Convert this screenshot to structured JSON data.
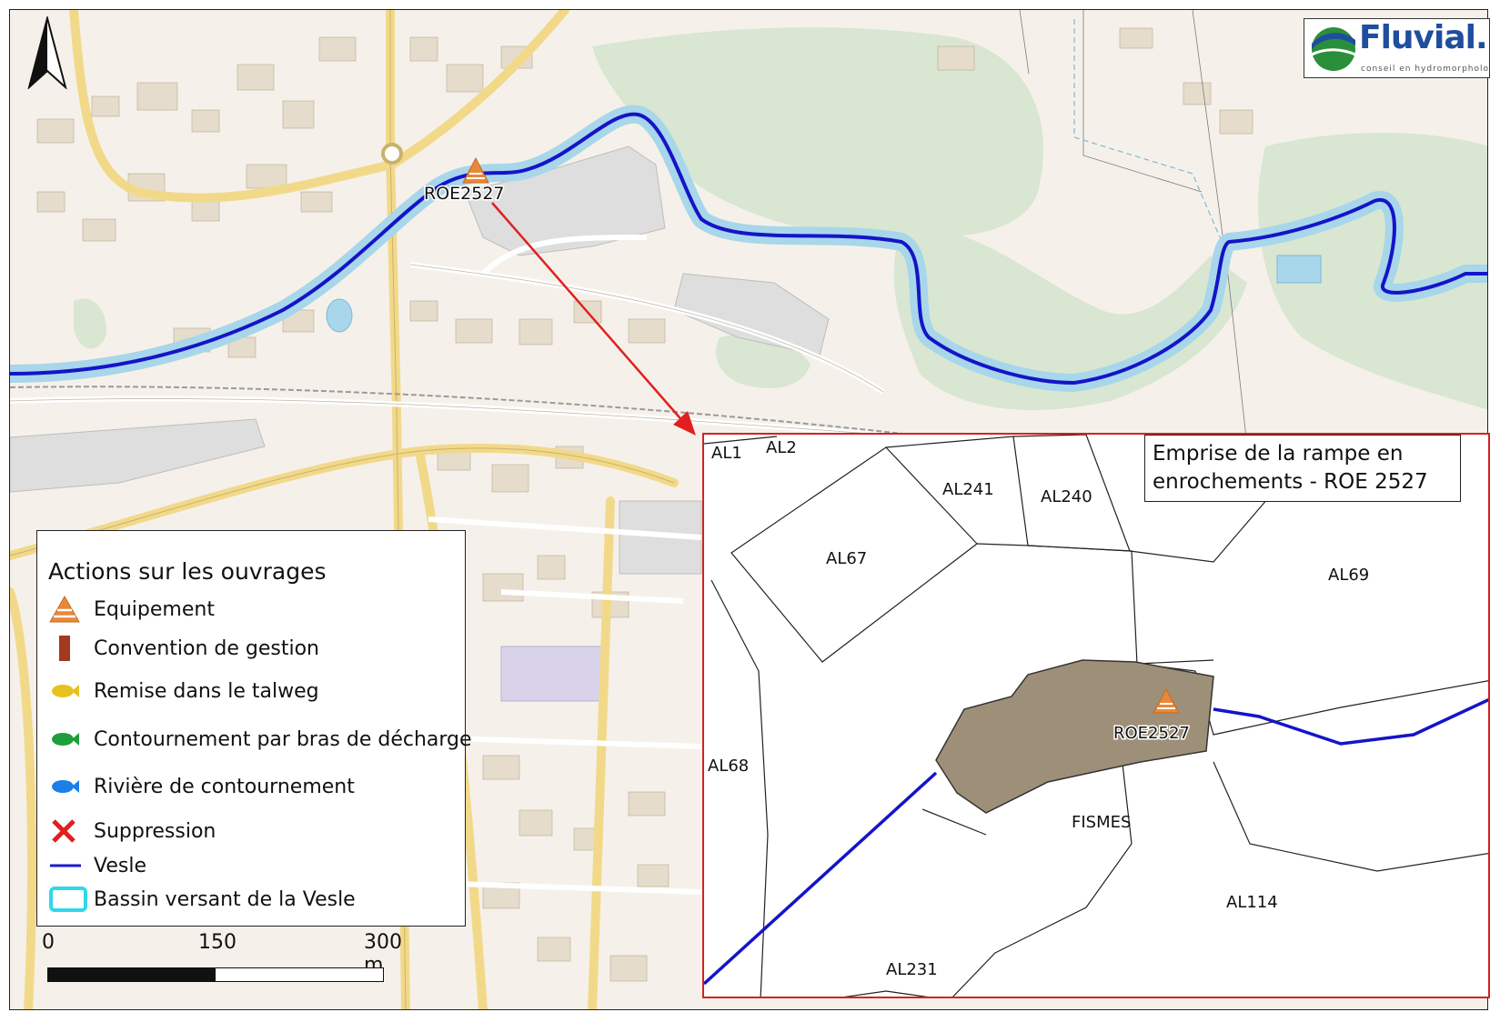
{
  "map": {
    "structure_label": "ROE2527",
    "north_arrow_icon": "north-arrow-icon"
  },
  "logo": {
    "text": "Fluvial.IS",
    "subtitle": "conseil en hydromorphologie"
  },
  "legend": {
    "title": "Actions sur les ouvrages",
    "items": [
      {
        "label": "Equipement",
        "icon": "orange-triangle-icon",
        "color": "#e8883a"
      },
      {
        "label": "Convention de gestion",
        "icon": "brown-bar-icon",
        "color": "#a5391d"
      },
      {
        "label": "Remise dans le talweg",
        "icon": "yellow-fish-icon",
        "color": "#e6c21e"
      },
      {
        "label": "Contournement par bras de décharge",
        "icon": "green-fish-icon",
        "color": "#1e9e3a"
      },
      {
        "label": "Rivière de contournement",
        "icon": "blue-fish-icon",
        "color": "#1a7fe8"
      },
      {
        "label": "Suppression",
        "icon": "red-cross-icon",
        "color": "#e02020"
      },
      {
        "label": "Vesle",
        "icon": "blue-line-icon",
        "color": "#1a1ad0"
      },
      {
        "label": "Bassin versant de la Vesle",
        "icon": "cyan-box-icon",
        "color": "#2fd8e8"
      }
    ]
  },
  "scale": {
    "labels": [
      "0",
      "150",
      "300 m"
    ]
  },
  "inset": {
    "callout_line1": "Emprise de la rampe en",
    "callout_line2": "enrochements - ROE 2527",
    "structure_label": "ROE2527",
    "parcels": [
      "AL1",
      "AL2",
      "AL241",
      "AL240",
      "AL67",
      "AL69",
      "AL68",
      "FISMES",
      "AL114",
      "AL231"
    ]
  },
  "colors": {
    "river": "#1414c8",
    "river_buffer": "#a8d6ea",
    "inset_border": "#d32222",
    "footprint": "#9e9078",
    "forest": "#d9e6d2",
    "building": "#e4d9c6"
  }
}
